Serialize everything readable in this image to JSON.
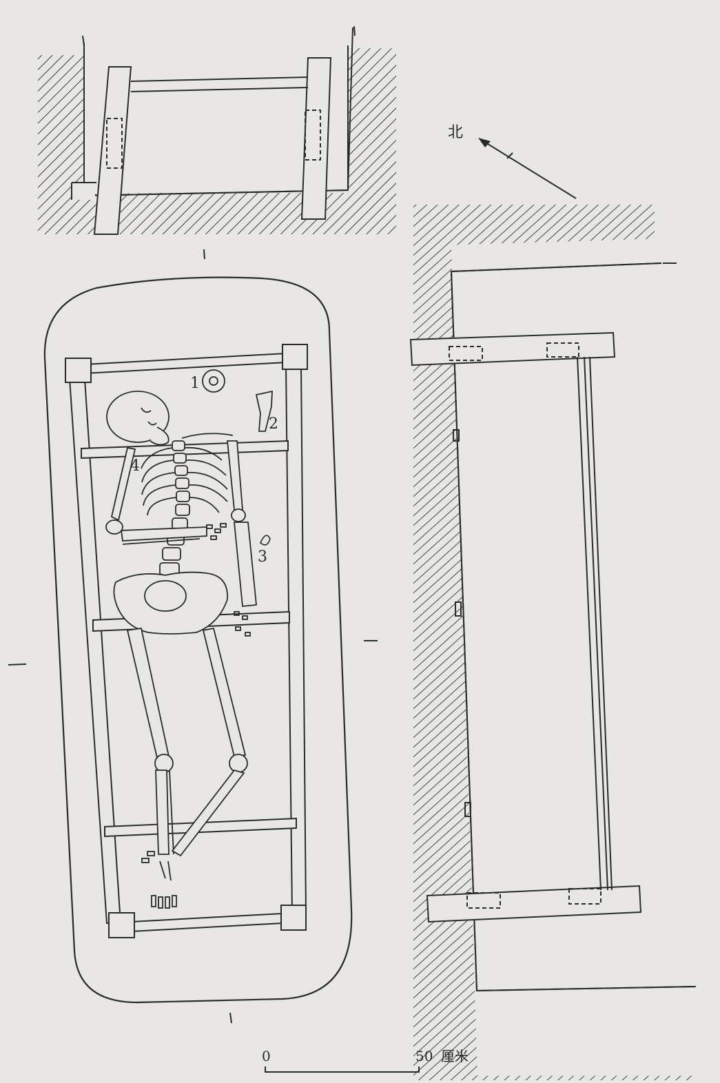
{
  "north_label": "北",
  "item_labels": [
    "1",
    "2",
    "3",
    "4"
  ],
  "section_marks": [
    "I",
    "I",
    "I",
    "I"
  ],
  "scale": {
    "start": "0",
    "end": "50",
    "unit": "厘米"
  },
  "colors": {
    "paper": "#e9e7e3",
    "ink": "#2a2a2a",
    "hatch": "#3a3a3a"
  }
}
